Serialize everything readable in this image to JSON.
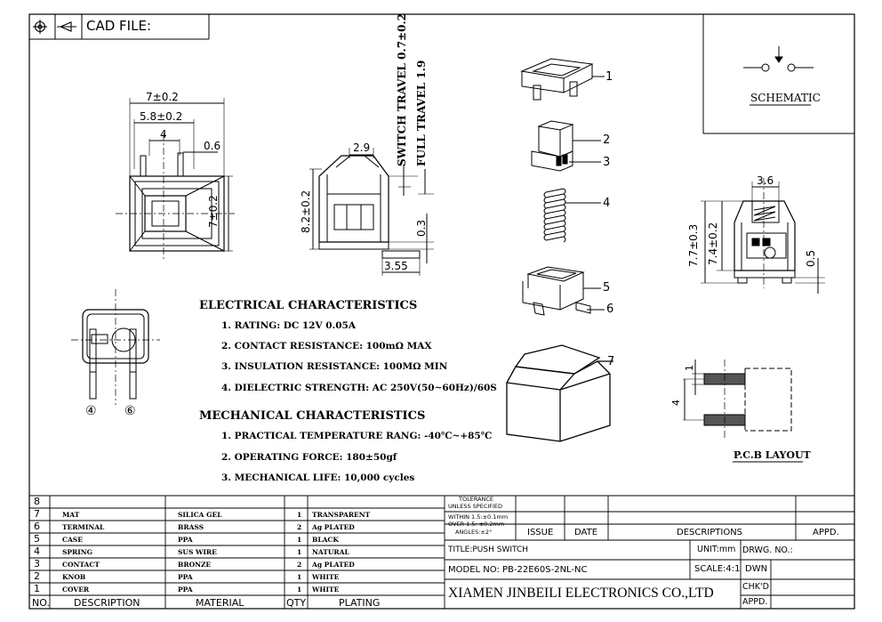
{
  "header": {
    "cad_label": "CAD FILE:"
  },
  "schematic": {
    "label": "SCHEMATIC"
  },
  "front_view": {
    "width_outer": "7±0.2",
    "width_inner": "5.8±0.2",
    "pin_spacing": "4",
    "pin_width": "0.6",
    "height": "7±0.2"
  },
  "side_view": {
    "switch_travel": "SWITCH TRAVEL 0.7±0.2",
    "full_travel": "FULL TRAVEL 1.9",
    "top_width": "2.9",
    "height": "8.2±0.2",
    "base_offset": "0.3",
    "pin_offset": "3.55"
  },
  "right_view": {
    "top_width": "3.6",
    "height_outer": "7.7±0.3",
    "height_inner": "7.4±0.2",
    "pin_offset": "0.5"
  },
  "bottom_view": {
    "pin_a": "④",
    "pin_b": "⑥"
  },
  "electrical": {
    "title": "ELECTRICAL CHARACTERISTICS",
    "items": [
      "1. RATING: DC 12V 0.05A",
      "2. CONTACT RESISTANCE: 100mΩ MAX",
      "3. INSULATION RESISTANCE: 100MΩ MIN",
      "4. DIELECTRIC STRENGTH: AC 250V(50~60Hz)/60S"
    ]
  },
  "mechanical": {
    "title": "MECHANICAL CHARACTERISTICS",
    "items": [
      "1. PRACTICAL TEMPERATURE RANG: -40℃~+85℃",
      "2. OPERATING FORCE: 180±50gf",
      "3. MECHANICAL LIFE: 10,000 cycles"
    ]
  },
  "exploded_labels": [
    "1",
    "2",
    "3",
    "4",
    "5",
    "6",
    "7"
  ],
  "pcb": {
    "dim_a": "1",
    "dim_b": "4",
    "label": "P.C.B LAYOUT"
  },
  "bom": {
    "headers": {
      "no": "NO.",
      "description": "DESCRIPTION",
      "material": "MATERIAL",
      "qty": "QTY",
      "plating": "PLATING"
    },
    "rows": [
      {
        "no": "8",
        "description": "",
        "material": "",
        "qty": "",
        "plating": ""
      },
      {
        "no": "7",
        "description": "MAT",
        "material": "SILICA GEL",
        "qty": "1",
        "plating": "TRANSPARENT"
      },
      {
        "no": "6",
        "description": "TERMINAL",
        "material": "BRASS",
        "qty": "2",
        "plating": "Ag PLATED"
      },
      {
        "no": "5",
        "description": "CASE",
        "material": "PPA",
        "qty": "1",
        "plating": "BLACK"
      },
      {
        "no": "4",
        "description": "SPRING",
        "material": "SUS WIRE",
        "qty": "1",
        "plating": "NATURAL"
      },
      {
        "no": "3",
        "description": "CONTACT",
        "material": "BRONZE",
        "qty": "2",
        "plating": "Ag PLATED"
      },
      {
        "no": "2",
        "description": "KNOB",
        "material": "PPA",
        "qty": "1",
        "plating": "WHITE"
      },
      {
        "no": "1",
        "description": "COVER",
        "material": "PPA",
        "qty": "1",
        "plating": "WHITE"
      }
    ]
  },
  "title_block": {
    "tolerance_1": "TOLERANCE",
    "tolerance_2": "UNLESS SPECIFIED",
    "tolerance_3": "WITHIN 1.5:±0.1mm",
    "tolerance_4": "OVER 1.5: ±0.2mm",
    "tolerance_5": "ANGLES:±2°",
    "issue": "ISSUE",
    "date": "DATE",
    "descriptions": "DESCRIPTIONS",
    "appd": "APPD.",
    "title": "TITLE:PUSH SWITCH",
    "unit": "UNIT:mm",
    "drwg_no": "DRWG. NO.:",
    "model": "MODEL NO: PB-22E60S-2NL-NC",
    "scale": "SCALE:4:1",
    "dwn": "DWN",
    "company": "XIAMEN JINBEILI ELECTRONICS CO.,LTD",
    "chkd": "CHK'D",
    "appd2": "APPD."
  }
}
